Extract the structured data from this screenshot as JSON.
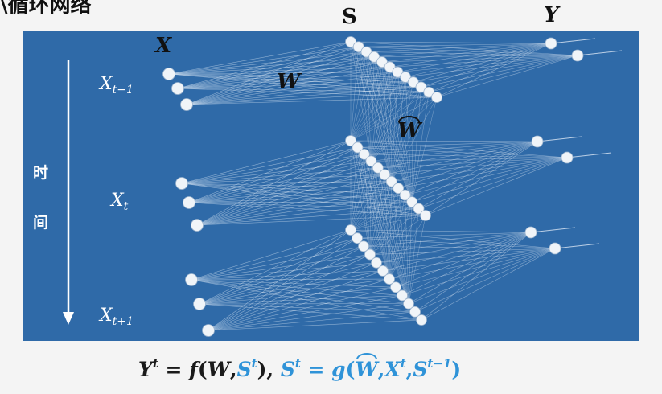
{
  "title_fragment": "\\循环网络",
  "headers": {
    "x": "X",
    "w": "W",
    "s": "S",
    "y": "Y",
    "w_hat": "W"
  },
  "time_steps": [
    {
      "base": "X",
      "sub": "t−1"
    },
    {
      "base": "X",
      "sub": "t"
    },
    {
      "base": "X",
      "sub": "t+1"
    }
  ],
  "time_axis": {
    "char1": "时",
    "char2": "间"
  },
  "formula": {
    "y": "Y",
    "y_sup": "t",
    "eq1": " = ",
    "f": "f",
    "open1": "(",
    "w": "W",
    "comma1": ",",
    "s": "S",
    "s_sup": "t",
    "close1": "), ",
    "s2": "S",
    "s2_sup": "t",
    "eq2": " = ",
    "g": "g",
    "open2": "(",
    "w_hat": "W",
    "comma2": ",",
    "x": "X",
    "x_sup": "t",
    "comma3": ",",
    "s3": "S",
    "s3_sup": "t−1",
    "close2": ")"
  },
  "colors": {
    "panel": "#2f6aa8",
    "node": "#f0f4f8",
    "edge": "#dfe9f5",
    "formula_blue": "#2f93d8"
  }
}
